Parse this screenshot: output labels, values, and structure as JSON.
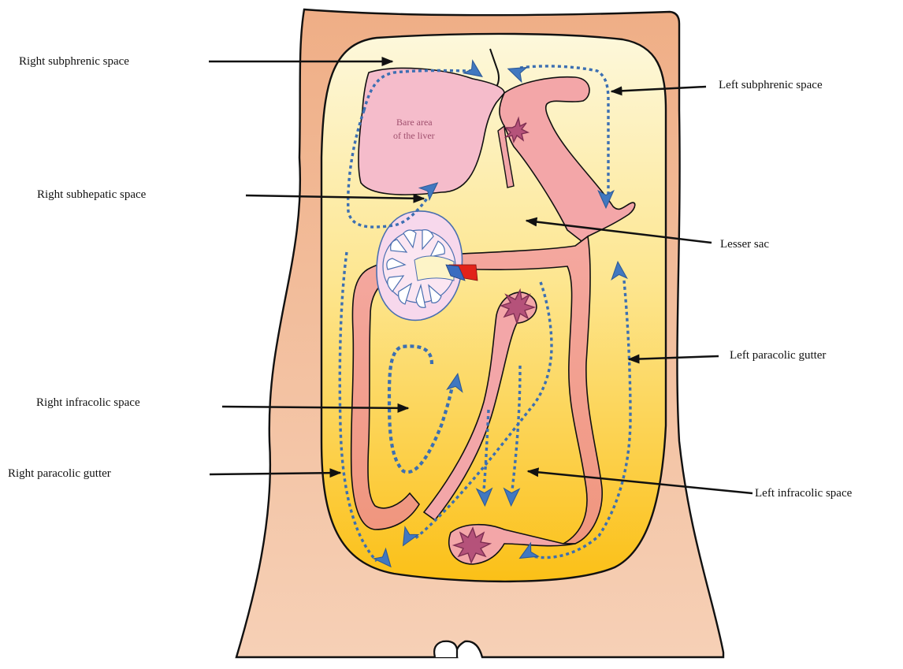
{
  "labels": {
    "right_subphrenic": "Right subphrenic space",
    "left_subphrenic": "Left subphrenic space",
    "right_subhepatic": "Right subhepatic space",
    "lesser_sac": "Lesser sac",
    "left_paracolic": "Left paracolic gutter",
    "right_infracolic": "Right infracolic space",
    "right_paracolic": "Right paracolic gutter",
    "left_infracolic": "Left infracolic space"
  },
  "organ_labels": {
    "bare_area_line1": "Bare area",
    "bare_area_line2": "of the liver"
  },
  "colors": {
    "body_top": "#f0b48c",
    "body_bottom": "#f5ccb0",
    "cavity_top": "#fdf6d4",
    "cavity_bottom": "#fcc21c",
    "mesentery": "#f2a0a0",
    "liver": "#f4b8c8",
    "flow_arrow": "#4178c0",
    "pointer_arrow": "#111111",
    "vessel_red": "#e2231a",
    "vessel_blue": "#3a6cc0"
  },
  "icons": {
    "flow": "dotted-blue-arrow",
    "pointer": "black-arrow",
    "abscess": "starburst"
  }
}
